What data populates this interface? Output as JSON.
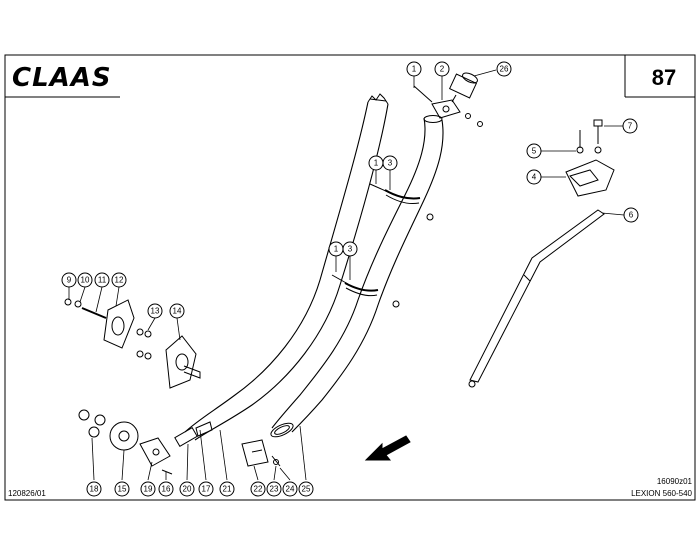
{
  "header": {
    "brand": "CLAAS",
    "page_number": "87"
  },
  "footer": {
    "doc_number": "120826/01",
    "drawing_id": "16090z01",
    "model": "LEXION 560-540"
  },
  "callouts": [
    {
      "id": "c1a",
      "label": "1"
    },
    {
      "id": "c2",
      "label": "2"
    },
    {
      "id": "c26",
      "label": "26"
    },
    {
      "id": "c1b",
      "label": "1"
    },
    {
      "id": "c3a",
      "label": "3"
    },
    {
      "id": "c1c",
      "label": "1"
    },
    {
      "id": "c3b",
      "label": "3"
    },
    {
      "id": "c7",
      "label": "7"
    },
    {
      "id": "c5",
      "label": "5"
    },
    {
      "id": "c4",
      "label": "4"
    },
    {
      "id": "c6",
      "label": "6"
    },
    {
      "id": "c9",
      "label": "9"
    },
    {
      "id": "c10",
      "label": "10"
    },
    {
      "id": "c11",
      "label": "11"
    },
    {
      "id": "c12",
      "label": "12"
    },
    {
      "id": "c13",
      "label": "13"
    },
    {
      "id": "c14",
      "label": "14"
    },
    {
      "id": "c18",
      "label": "18"
    },
    {
      "id": "c15",
      "label": "15"
    },
    {
      "id": "c19",
      "label": "19"
    },
    {
      "id": "c16",
      "label": "16"
    },
    {
      "id": "c17",
      "label": "17"
    },
    {
      "id": "c20",
      "label": "20"
    },
    {
      "id": "c21",
      "label": "21"
    },
    {
      "id": "c22",
      "label": "22"
    },
    {
      "id": "c23",
      "label": "23"
    },
    {
      "id": "c24",
      "label": "24"
    },
    {
      "id": "c25",
      "label": "25"
    }
  ]
}
